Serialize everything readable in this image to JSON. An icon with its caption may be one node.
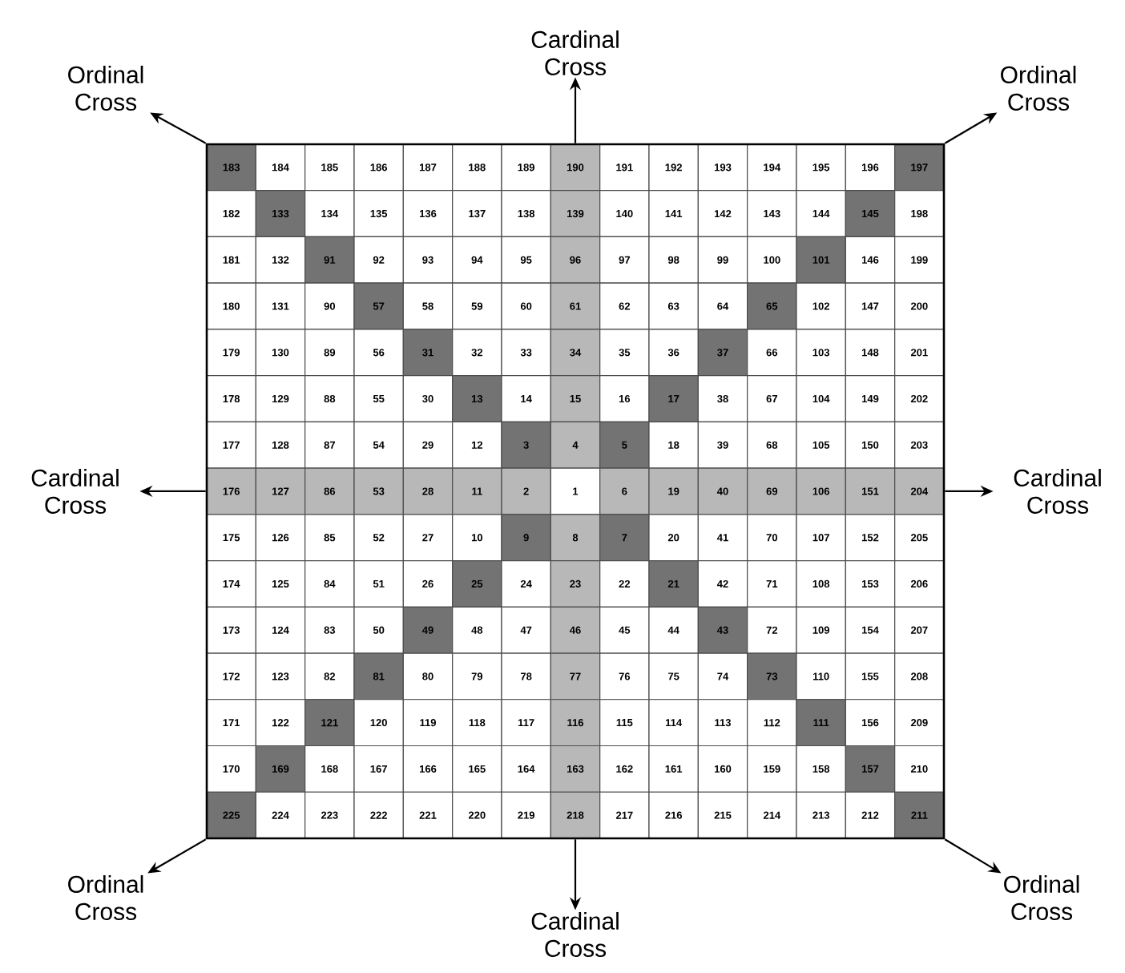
{
  "diagram": {
    "nodes": [
      {
        "text": [],
        "shape": "box"
      },
      {
        "text": [
          "Ordinal Cross"
        ]
      },
      {
        "text": [
          "Cardinal Cross"
        ]
      },
      {
        "text": [
          "Ordinal Cross"
        ]
      },
      {
        "text": [
          "Cardinal Cross"
        ]
      },
      {
        "text": [
          "Cardinal Cross"
        ]
      },
      {
        "text": [
          "Ordinal Cross"
        ]
      },
      {
        "text": [
          "Cardinal Cross"
        ]
      },
      {
        "text": [
          "Ordinal Cross"
        ]
      }
    ],
    "edges": [
      {
        "from": 0,
        "to": 1,
        "arrow": "to"
      },
      {
        "from": 0,
        "to": 2,
        "arrow": "to"
      },
      {
        "from": 0,
        "to": 3,
        "arrow": "to"
      },
      {
        "from": 0,
        "to": 4,
        "arrow": "to"
      },
      {
        "from": 0,
        "to": 5,
        "arrow": "to"
      },
      {
        "from": 0,
        "to": 6,
        "arrow": "to"
      },
      {
        "from": 0,
        "to": 7,
        "arrow": "to"
      },
      {
        "from": 0,
        "to": 8,
        "arrow": "to"
      }
    ],
    "labels": [
      "183",
      "184",
      "185",
      "186",
      "187",
      "188",
      "189",
      "190",
      "191",
      "192",
      "193",
      "194",
      "195",
      "196",
      "197",
      "182",
      "133",
      "134",
      "135",
      "136",
      "137",
      "138",
      "139",
      "140",
      "141",
      "142",
      "143",
      "144",
      "145",
      "198",
      "181",
      "132",
      "91",
      "92",
      "93",
      "94",
      "95",
      "96",
      "97",
      "98",
      "99",
      "100",
      "101",
      "146",
      "199",
      "180",
      "131",
      "90",
      "57",
      "58",
      "59",
      "60",
      "61",
      "62",
      "63",
      "64",
      "65",
      "102",
      "147",
      "200",
      "179",
      "130",
      "89",
      "56",
      "31",
      "32",
      "33",
      "34",
      "35",
      "36",
      "37",
      "66",
      "103",
      "148",
      "201",
      "178",
      "129",
      "88",
      "55",
      "30",
      "13",
      "14",
      "15",
      "16",
      "17",
      "38",
      "67",
      "104",
      "149",
      "202",
      "177",
      "128",
      "87",
      "54",
      "29",
      "12",
      "3",
      "4",
      "5",
      "18",
      "39",
      "68",
      "105",
      "150",
      "203",
      "176",
      "127",
      "86",
      "53",
      "28",
      "11",
      "2",
      "1",
      "6",
      "19",
      "40",
      "69",
      "106",
      "151",
      "204",
      "175",
      "126",
      "85",
      "52",
      "27",
      "10",
      "9",
      "8",
      "7",
      "20",
      "41",
      "70",
      "107",
      "152",
      "205",
      "174",
      "125",
      "84",
      "51",
      "26",
      "25",
      "24",
      "23",
      "22",
      "21",
      "42",
      "71",
      "108",
      "153",
      "206",
      "173",
      "124",
      "83",
      "50",
      "49",
      "48",
      "47",
      "46",
      "45",
      "44",
      "43",
      "72",
      "109",
      "154",
      "207",
      "172",
      "123",
      "82",
      "81",
      "80",
      "79",
      "78",
      "77",
      "76",
      "75",
      "74",
      "73",
      "110",
      "155",
      "208",
      "171",
      "122",
      "121",
      "120",
      "119",
      "118",
      "117",
      "116",
      "115",
      "114",
      "113",
      "112",
      "111",
      "156",
      "209",
      "170",
      "169",
      "168",
      "167",
      "166",
      "165",
      "164",
      "163",
      "162",
      "161",
      "160",
      "159",
      "158",
      "157",
      "210",
      "225",
      "224",
      "223",
      "222",
      "221",
      "220",
      "219",
      "218",
      "217",
      "216",
      "215",
      "214",
      "213",
      "212",
      "211"
    ]
  }
}
